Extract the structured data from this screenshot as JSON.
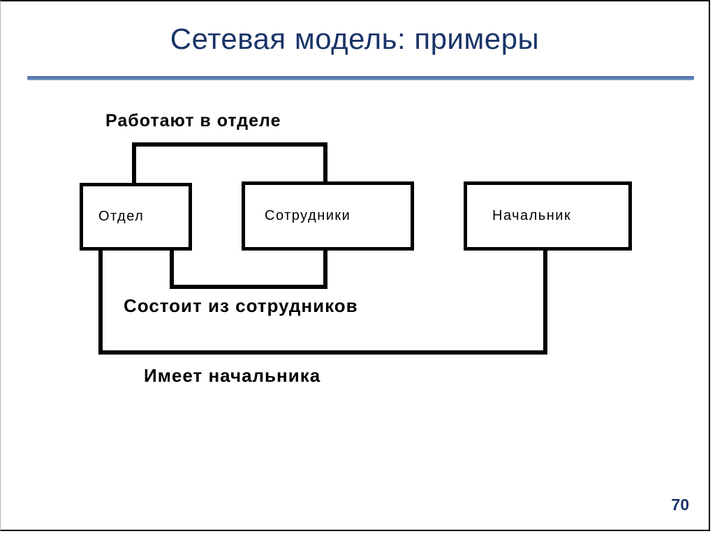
{
  "slide": {
    "title": "Сетевая модель: примеры",
    "page_number": "70"
  },
  "diagram": {
    "entities": [
      {
        "label": "Отдел"
      },
      {
        "label": "Сотрудники"
      },
      {
        "label": "Начальник"
      }
    ],
    "relationships": [
      {
        "label": "Работают в отделе",
        "from": "Отдел",
        "to": "Сотрудники"
      },
      {
        "label": "Состоит из сотрудников",
        "from": "Отдел",
        "to": "Сотрудники"
      },
      {
        "label": "Имеет начальника",
        "from": "Отдел",
        "to": "Начальник"
      }
    ]
  },
  "colors": {
    "title_text": "#1a3468",
    "separator": "#5d80b4",
    "diagram_lines": "#000000",
    "background": "#ffffff"
  }
}
